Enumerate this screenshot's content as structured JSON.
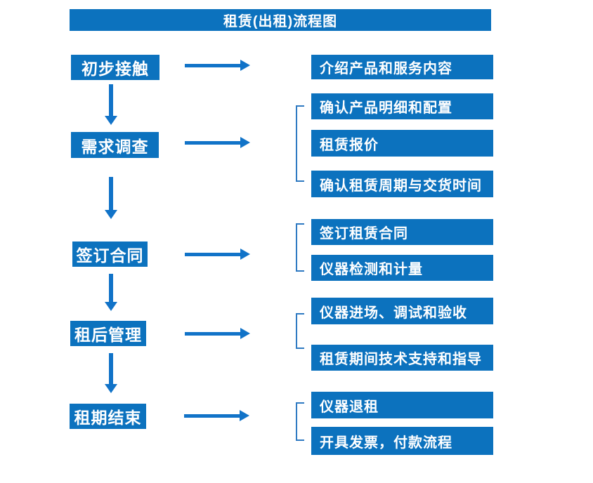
{
  "title": "租赁(出租)流程图",
  "colors": {
    "box": "#0c72be",
    "arrow": "#1173c8",
    "bracket": "#2f7ac2",
    "text": "#ffffff",
    "bg": "#ffffff"
  },
  "stages": [
    {
      "label": "初步接触"
    },
    {
      "label": "需求调查"
    },
    {
      "label": "签订合同"
    },
    {
      "label": "租后管理"
    },
    {
      "label": "租期结束"
    }
  ],
  "details": [
    {
      "items": [
        "介绍产品和服务内容"
      ]
    },
    {
      "items": [
        "确认产品明细和配置",
        "租赁报价",
        "确认租赁周期与交货时间"
      ]
    },
    {
      "items": [
        "签订租赁合同",
        "仪器检测和计量"
      ]
    },
    {
      "items": [
        "仪器进场、调试和验收",
        "租赁期间技术支持和指导"
      ]
    },
    {
      "items": [
        "仪器退租",
        "开具发票，付款流程"
      ]
    }
  ]
}
